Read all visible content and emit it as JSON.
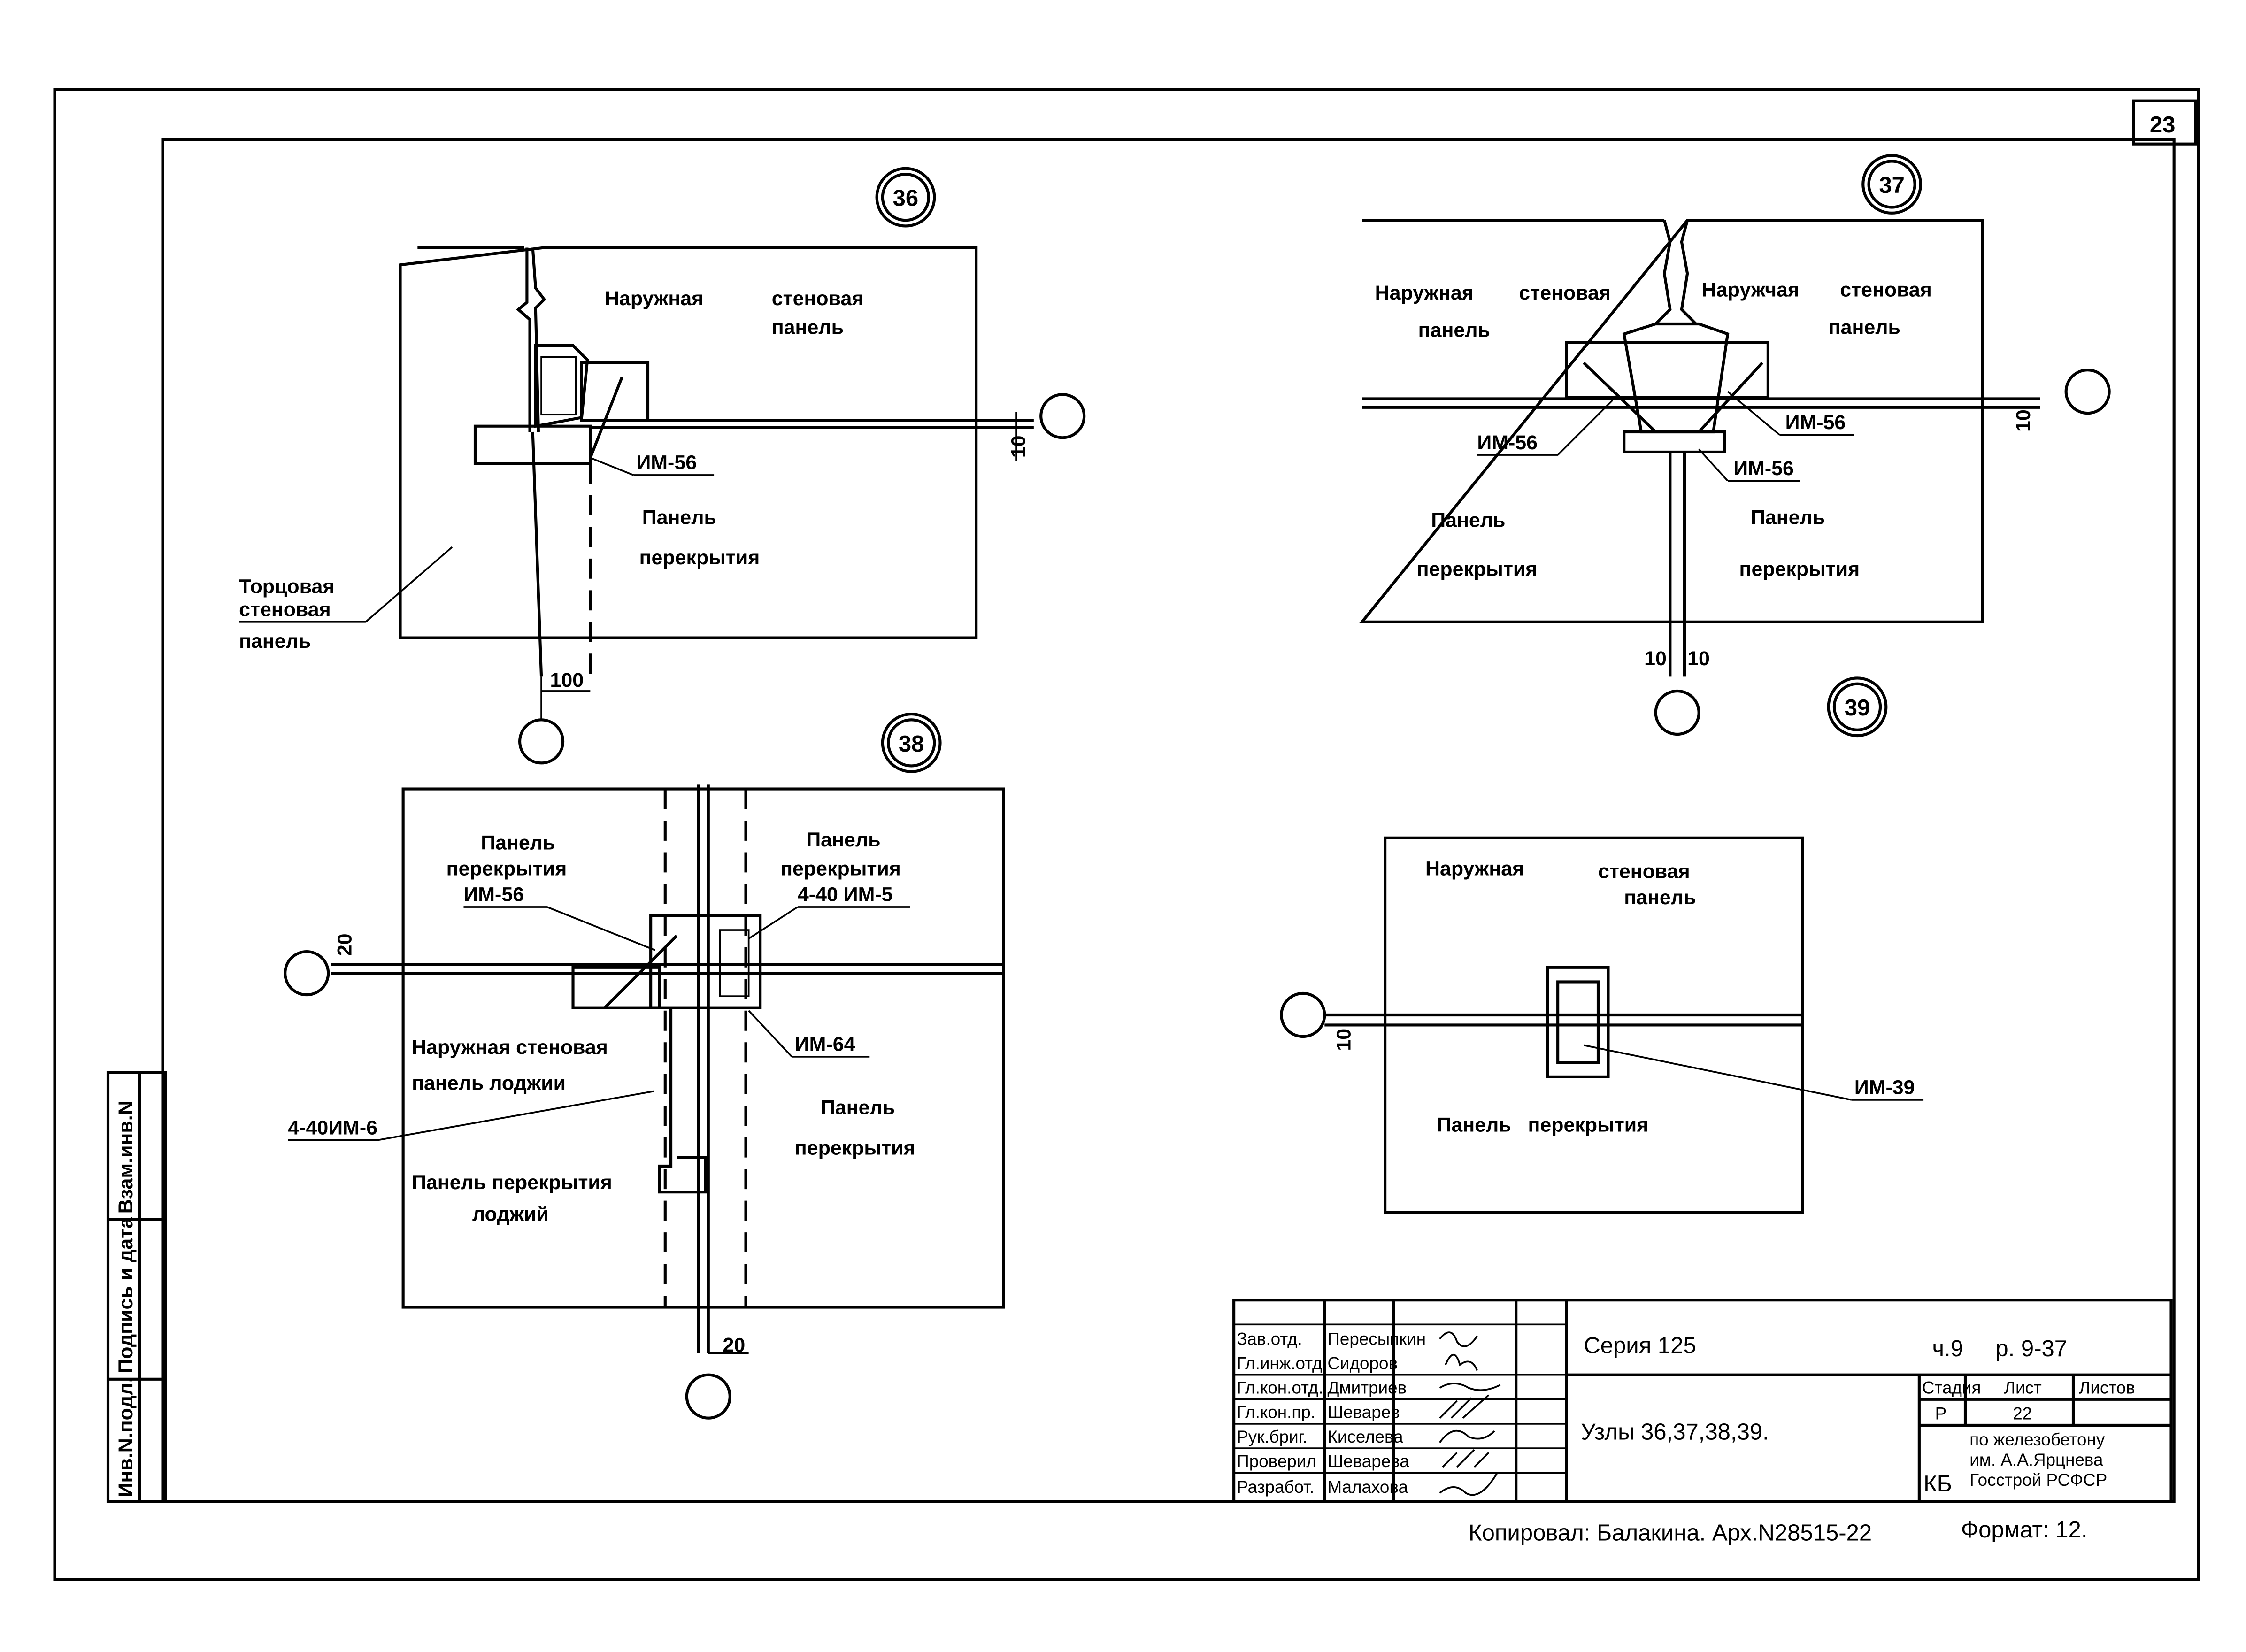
{
  "sheet_number": "23",
  "details": {
    "d36": {
      "number": "36",
      "wall_panel_1": "Наружная",
      "wall_panel_2": "стеновая",
      "wall_panel_3": "панель",
      "anchor": "ИМ-56",
      "floor_1": "Панель",
      "floor_2": "перекрытия",
      "end_1": "Торцовая",
      "end_2": "стеновая",
      "end_3": "панель",
      "dim_10": "10",
      "dim_100": "100"
    },
    "d37": {
      "number": "37",
      "wall_left_1": "Наружная",
      "wall_left_2": "стеновая",
      "wall_left_3": "панель",
      "wall_right_1": "Наружчая",
      "wall_right_2": "стеновая",
      "wall_right_3": "панель",
      "anchor_left": "ИМ-56",
      "anchor_right": "ИМ-56",
      "anchor_bottom": "ИМ-56",
      "floor_left_1": "Панель",
      "floor_left_2": "перекрытия",
      "floor_right_1": "Панель",
      "floor_right_2": "перекрытия",
      "dim_10": "10",
      "dim_10_left": "10",
      "dim_10_right": "10"
    },
    "d38": {
      "number": "38",
      "floor_left_1": "Панель",
      "floor_left_2": "перекрытия",
      "anchor_left": "ИМ-56",
      "floor_right_1": "Панель",
      "floor_right_2": "перекрытия",
      "anchor_right": "4-40 ИМ-5",
      "dim_20": "20",
      "loggia_wall_1": "Наружная стеновая",
      "loggia_wall_2": "панель лоджии",
      "anchor_64": "ИМ-64",
      "anchor_6": "4-40ИМ-6",
      "floor_br_1": "Панель",
      "floor_br_2": "перекрытия",
      "loggia_floor_1": "Панель перекрытия",
      "loggia_floor_2": "лоджий",
      "dim_20_bottom": "20"
    },
    "d39": {
      "number": "39",
      "wall_1": "Наружная",
      "wall_2": "стеновая",
      "wall_3": "панель",
      "dim_10": "10",
      "floor": "Панель   перекрытия",
      "anchor": "ИМ-39"
    }
  },
  "side_stamp": {
    "inv_podl": "Инв.N.подл.",
    "podpis_data": "Подпись и дата",
    "vzam_inv": "Взам.инв.N"
  },
  "title_block": {
    "rows": [
      {
        "role": "Зав.отд.",
        "name": "Пересыпкин"
      },
      {
        "role": "Гл.инж.отд.",
        "name": "Сидоров"
      },
      {
        "role": "Гл.кон.отд.",
        "name": "Дмитриев"
      },
      {
        "role": "Гл.кон.пр.",
        "name": "Шеварев"
      },
      {
        "role": "Рук.бриг.",
        "name": "Киселева"
      },
      {
        "role": "Проверил",
        "name": "Шеварева"
      },
      {
        "role": "Разработ.",
        "name": "Малахова"
      }
    ],
    "series": "Серия 125",
    "part": "ч.9",
    "section": "р. 9-37",
    "title": "Узлы 36,37,38,39.",
    "stage_header": "Стадия",
    "sheet_header": "Лист",
    "sheets_header": "Листов",
    "stage": "Р",
    "sheet": "22",
    "org_logo": "КБ",
    "org_1": "по железобетону",
    "org_2": "им. А.А.Ярцнева",
    "org_3": "Госстрой РСФСР"
  },
  "footer": {
    "copied": "Копировал: Балакина. Арх.N28515-22",
    "format": "Формат: 12."
  }
}
